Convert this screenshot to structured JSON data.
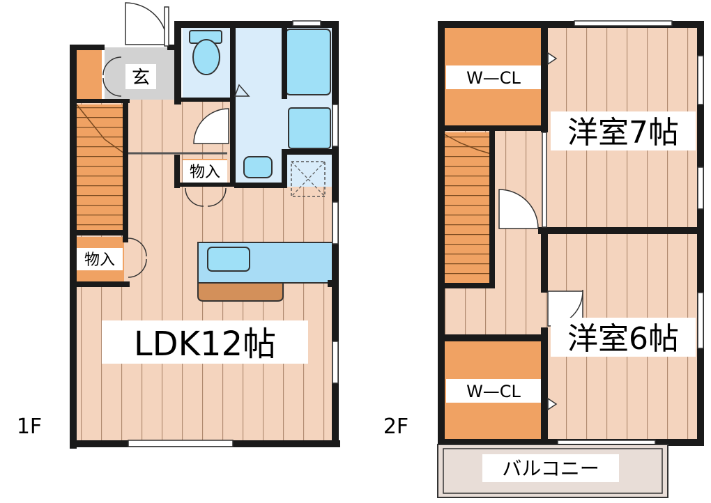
{
  "floors": [
    {
      "label": "1F",
      "rooms": {
        "ldk": "LDK12帖",
        "entrance": "玄",
        "storage_upper": "物入",
        "storage_left": "物入"
      }
    },
    {
      "label": "2F",
      "rooms": {
        "western_7": "洋室7帖",
        "western_6": "洋室6帖",
        "walkin_closet_upper": "W—CL",
        "walkin_closet_lower": "W—CL",
        "balcony": "バルコニー"
      }
    }
  ],
  "colors": {
    "floor_wood": "#f4d4be",
    "floor_lines": "#b08a70",
    "storage_orange": "#f0a263",
    "wet_area_blue": "#d9ecfa",
    "fixture_blue": "#9fe0f7",
    "entrance_gray": "#d2d2d2",
    "counter_brown": "#d3905a",
    "balcony_gray": "#e8ddd7",
    "wall": "#1a1a1a"
  }
}
